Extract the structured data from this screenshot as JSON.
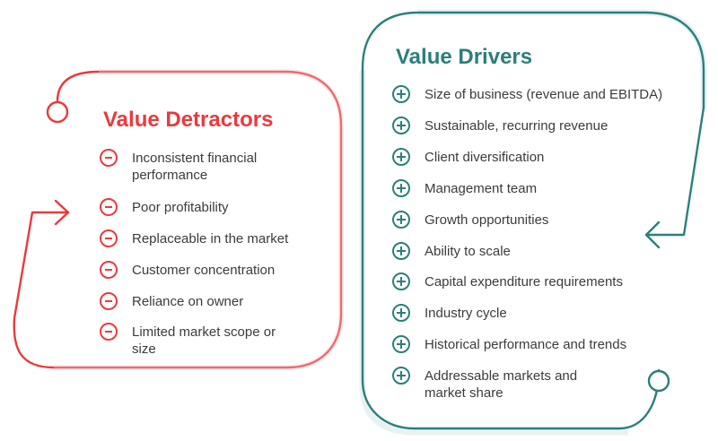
{
  "detractors": {
    "title": "Value Detractors",
    "items": [
      "Inconsistent financial performance",
      "Poor profitability",
      "Replaceable in the market",
      "Customer concentration",
      "Reliance on owner",
      "Limited market scope or size"
    ],
    "icon": "minus-circle-icon",
    "color": "#ea3a3d"
  },
  "drivers": {
    "title": "Value Drivers",
    "items": [
      "Size of business (revenue and EBITDA)",
      "Sustainable, recurring revenue",
      "Client diversification",
      "Management team",
      "Growth opportunities",
      "Ability to scale",
      "Capital expenditure requirements",
      "Industry cycle",
      "Historical performance and trends",
      "Addressable markets and market share"
    ],
    "icon": "plus-circle-icon",
    "color": "#2b7f7b"
  }
}
